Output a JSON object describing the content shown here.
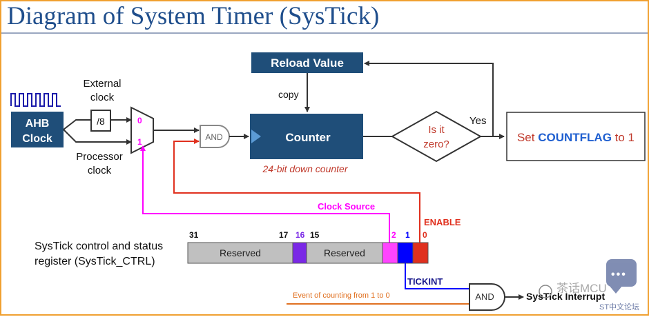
{
  "title": "Diagram of System Timer (SysTick)",
  "diagram": {
    "ahb_clock": [
      "AHB",
      "Clock"
    ],
    "external_clock": [
      "External",
      "clock"
    ],
    "prescaler": "/8",
    "processor_clock": [
      "Processor",
      "clock"
    ],
    "mux_input_0": "0",
    "mux_input_1": "1",
    "and_gate": "AND",
    "reload_value": "Reload Value",
    "copy": "copy",
    "counter": "Counter",
    "counter_caption": "24-bit down counter",
    "decision": [
      "Is it",
      "zero?"
    ],
    "yes": "Yes",
    "set_prefix": "Set ",
    "set_flag": "COUNTFLAG",
    "set_suffix": " to 1",
    "clock_source": "Clock Source",
    "enable": "ENABLE",
    "register_label": [
      "SysTick control and status",
      "register (SysTick_CTRL)"
    ],
    "bit_31": "31",
    "bit_17": "17",
    "bit_16": "16",
    "bit_15": "15",
    "bit_2": "2",
    "bit_1": "1",
    "bit_0": "0",
    "reserved_high": "Reserved",
    "reserved_low": "Reserved",
    "tickint": "TICKINT",
    "event": "Event of counting from 1 to 0",
    "and_gate_2": "AND",
    "interrupt": "SysTick Interrupt"
  },
  "watermark": {
    "icon_dots": "•••",
    "name": "茶话MCU",
    "site": "ST中文论坛"
  },
  "colors": {
    "title": "#1f4e8c",
    "block_fill": "#1f4e79",
    "magenta": "#ff00ff",
    "enable_red": "#e0301e",
    "tickint_blue": "#0000ff",
    "countflag_blue": "#1f5fd0",
    "bit16_purple": "#7a28e6",
    "event_orange": "#e07020"
  }
}
